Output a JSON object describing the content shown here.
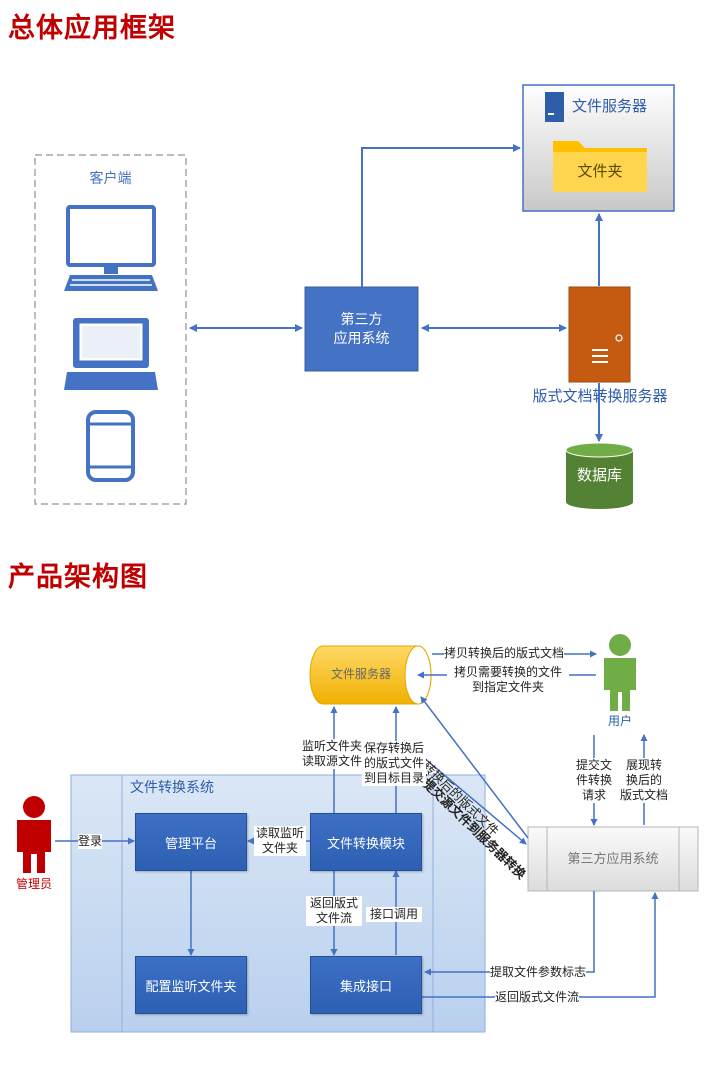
{
  "sections": {
    "overall_title": "总体应用框架",
    "product_title": "产品架构图"
  },
  "top": {
    "client_label": "客户端",
    "third_party_line1": "第三方",
    "third_party_line2": "应用系统",
    "file_server_label": "文件服务器",
    "folder_label": "文件夹",
    "conversion_server_label": "版式文档转换服务器",
    "database_label": "数据库"
  },
  "bottom": {
    "file_server_label": "文件服务器",
    "user_label": "用户",
    "admin_label": "管理员",
    "conversion_system_label": "文件转换系统",
    "management_platform": "管理平台",
    "conversion_module": "文件转换模块",
    "config_folder": "配置监听文件夹",
    "integration_interface": "集成接口",
    "third_party_system": "第三方应用系统",
    "edge_labels": {
      "copy_converted": "拷贝转换后的版式文档",
      "copy_needed_1": "拷贝需要转换的文件",
      "copy_needed_2": "到指定文件夹",
      "batch_submit": "批量提交源文件到服务器转换",
      "read_converted": "读取转换后的版式文件",
      "monitor_1": "监听文件夹",
      "monitor_2": "读取源文件",
      "save_1": "保存转换后",
      "save_2": "的版式文件",
      "save_3": "到目标目录",
      "login": "登录",
      "read_monitor_1": "读取监听",
      "read_monitor_2": "文件夹",
      "return_stream_1": "返回版式",
      "return_stream_2": "文件流",
      "api_call": "接口调用",
      "submit_request_1": "提交文",
      "submit_request_2": "件转换",
      "submit_request_3": "请求",
      "show_result_1": "展现转",
      "show_result_2": "换后的",
      "show_result_3": "版式文档",
      "extract_params": "提取文件参数标志",
      "return_stream": "返回版式文件流"
    }
  },
  "colors": {
    "title_red": "#c00000",
    "blue": "#4472c4",
    "orange": "#c55a11",
    "green": "#548235",
    "user_green": "#70ad47",
    "admin_red": "#c00000",
    "yellow": "#ffc000"
  }
}
